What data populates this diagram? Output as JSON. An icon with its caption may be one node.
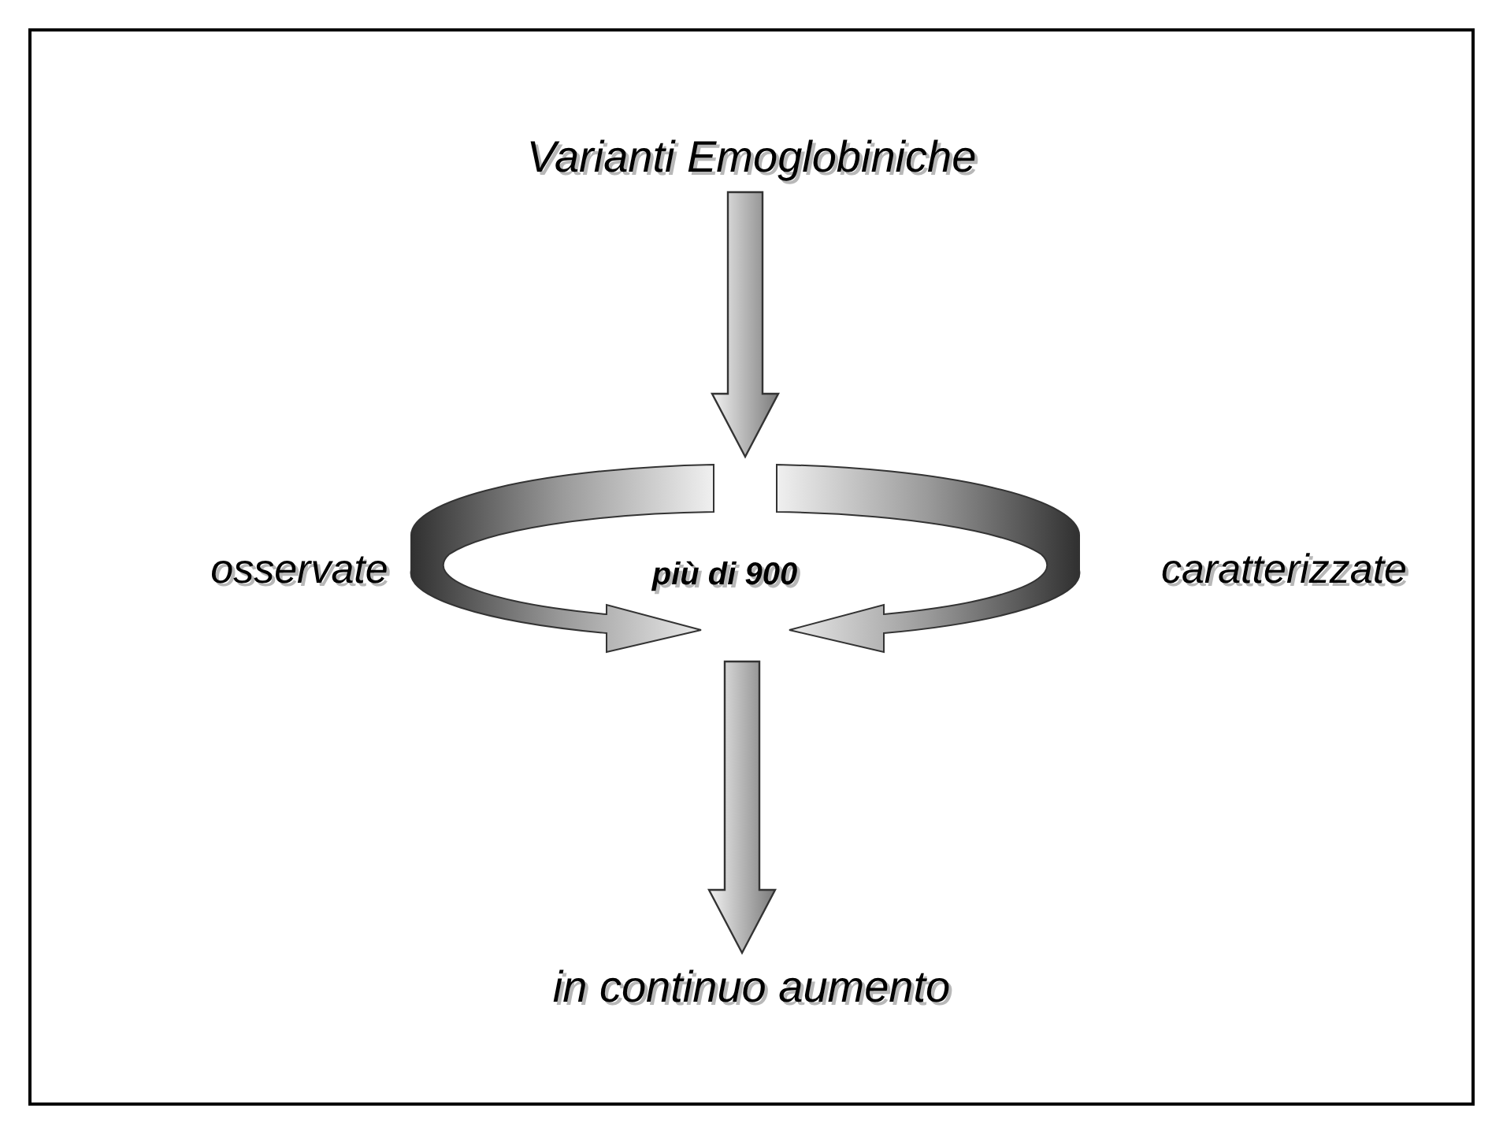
{
  "diagram": {
    "nodes": [
      {
        "text": [
          "Varianti Emoglobiniche"
        ]
      },
      {
        "text": [
          "più di 900"
        ]
      },
      {
        "text": [
          "in continuo aumento"
        ]
      }
    ],
    "edges": [
      {
        "from": 0,
        "to": 1,
        "arrow": "to",
        "style": "thick"
      },
      {
        "from": 1,
        "to": 2,
        "arrow": "to",
        "style": "thick"
      }
    ],
    "labels": [
      "osservate",
      "caratterizzate"
    ]
  }
}
